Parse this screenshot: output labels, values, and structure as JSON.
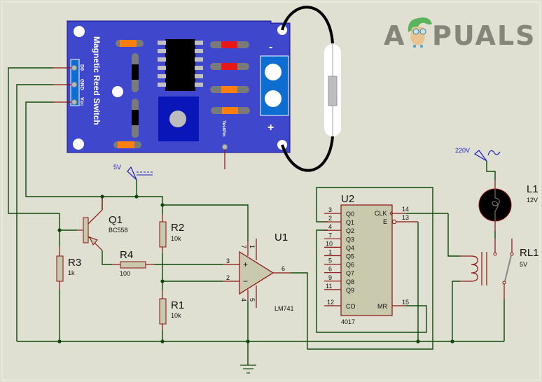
{
  "watermark": {
    "text_left": "A",
    "text_right": "PUALS"
  },
  "colors": {
    "background": "#dfdfd2",
    "wire": "#0b4a0b",
    "pin": "#8b1010",
    "component_fill": "#c9c9ad",
    "board": "#3f48cc",
    "net_label": "#1c1cc8"
  },
  "sensor_module": {
    "title": "Magnetic Reed Switch",
    "pins": [
      "D0",
      "GND",
      "Vcc"
    ],
    "test_pin": "TestPin",
    "terminal_minus": "-",
    "terminal_plus": "+"
  },
  "power": {
    "dc_label": "5V",
    "ac_label": "220V"
  },
  "components": {
    "q1": {
      "ref": "Q1",
      "value": "BC558"
    },
    "r1": {
      "ref": "R1",
      "value": "10k"
    },
    "r2": {
      "ref": "R2",
      "value": "10k"
    },
    "r3": {
      "ref": "R3",
      "value": "1k"
    },
    "r4": {
      "ref": "R4",
      "value": "100"
    },
    "u1": {
      "ref": "U1",
      "value": "LM741",
      "pins": {
        "noninv": "3",
        "inv": "2",
        "out": "6",
        "v_plus": "7",
        "offset1": "1",
        "v_minus": "4",
        "offset2": "5"
      },
      "plus_sign": "+",
      "minus_sign": "−"
    },
    "u2": {
      "ref": "U2",
      "value": "4017",
      "left_pins": [
        {
          "num": "3",
          "name": "Q0"
        },
        {
          "num": "2",
          "name": "Q1"
        },
        {
          "num": "4",
          "name": "Q2"
        },
        {
          "num": "7",
          "name": "Q3"
        },
        {
          "num": "10",
          "name": "Q4"
        },
        {
          "num": "1",
          "name": "Q5"
        },
        {
          "num": "5",
          "name": "Q6"
        },
        {
          "num": "6",
          "name": "Q7"
        },
        {
          "num": "9",
          "name": "Q8"
        },
        {
          "num": "11",
          "name": "Q9"
        }
      ],
      "co": {
        "num": "12",
        "name": "CO"
      },
      "clk": {
        "num": "14",
        "name": "CLK"
      },
      "e": {
        "num": "13",
        "name": "E"
      },
      "mr": {
        "num": "15",
        "name": "MR"
      }
    },
    "l1": {
      "ref": "L1",
      "value": "12V"
    },
    "rl1": {
      "ref": "RL1",
      "value": "5V"
    }
  }
}
